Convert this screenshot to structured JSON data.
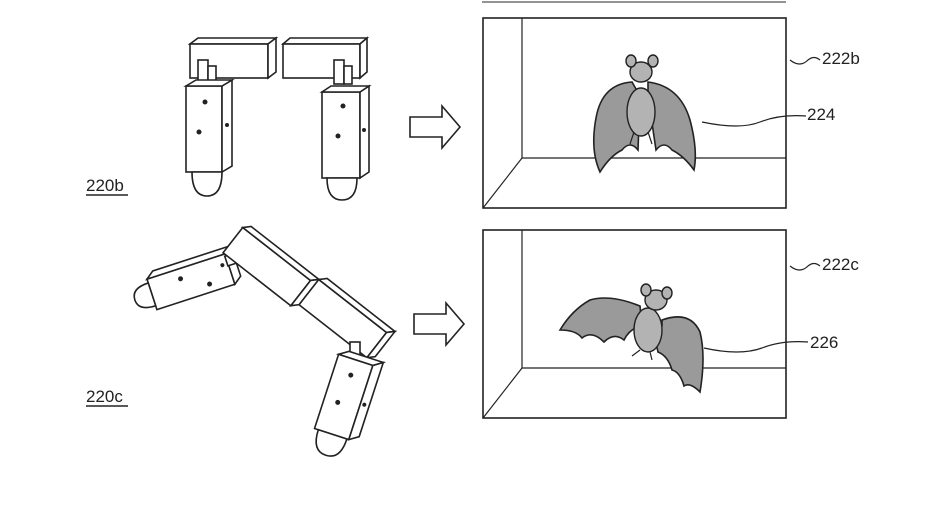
{
  "labels": {
    "robot_top": "220b",
    "robot_bottom": "220c",
    "screen_top": "222b",
    "screen_bottom": "222c",
    "bat_top": "224",
    "bat_bottom": "226"
  },
  "colors": {
    "line": "#222222",
    "bat_fill": "#9a9a9a",
    "background": "#ffffff"
  },
  "icons": {
    "arrow": "right-arrow-icon"
  }
}
